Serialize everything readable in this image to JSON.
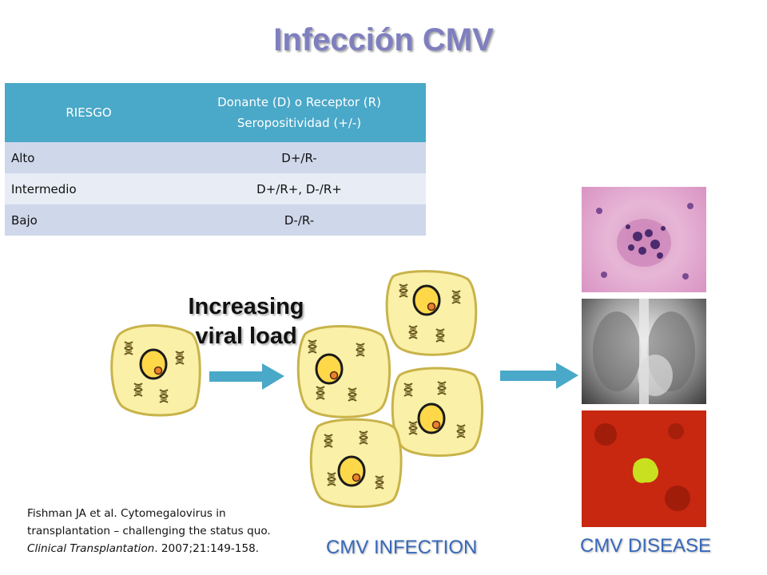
{
  "title": "Infección CMV",
  "table": {
    "headers": [
      "RIESGO",
      "Donante (D) o Receptor (R) Seropositividad (+/-)"
    ],
    "rows": [
      {
        "riesgo": "Alto",
        "serologia": "D+/R-"
      },
      {
        "riesgo": "Intermedio",
        "serologia": "D+/R+, D-/R+"
      },
      {
        "riesgo": "Bajo",
        "serologia": "D-/R-"
      }
    ]
  },
  "diagram": {
    "label_line1": "Increasing",
    "label_line2": "viral load",
    "infection_caption": "CMV INFECTION",
    "disease_caption": "CMV DISEASE"
  },
  "citation": {
    "line1": "Fishman JA et al.  Cytomegalovirus in",
    "line2": "transplantation – challenging the status quo.",
    "journal": "Clinical Transplantation",
    "details": ". 2007;21:149-158."
  },
  "colors": {
    "title": "#7f7fc0",
    "table_header": "#4aa8c8",
    "row_dark": "#cfd7ea",
    "row_light": "#e8ecf5",
    "arrow": "#4aa8c8",
    "cell_fill": "#faf0a8",
    "cell_border": "#c8b34a",
    "caption": "#3868b8"
  }
}
